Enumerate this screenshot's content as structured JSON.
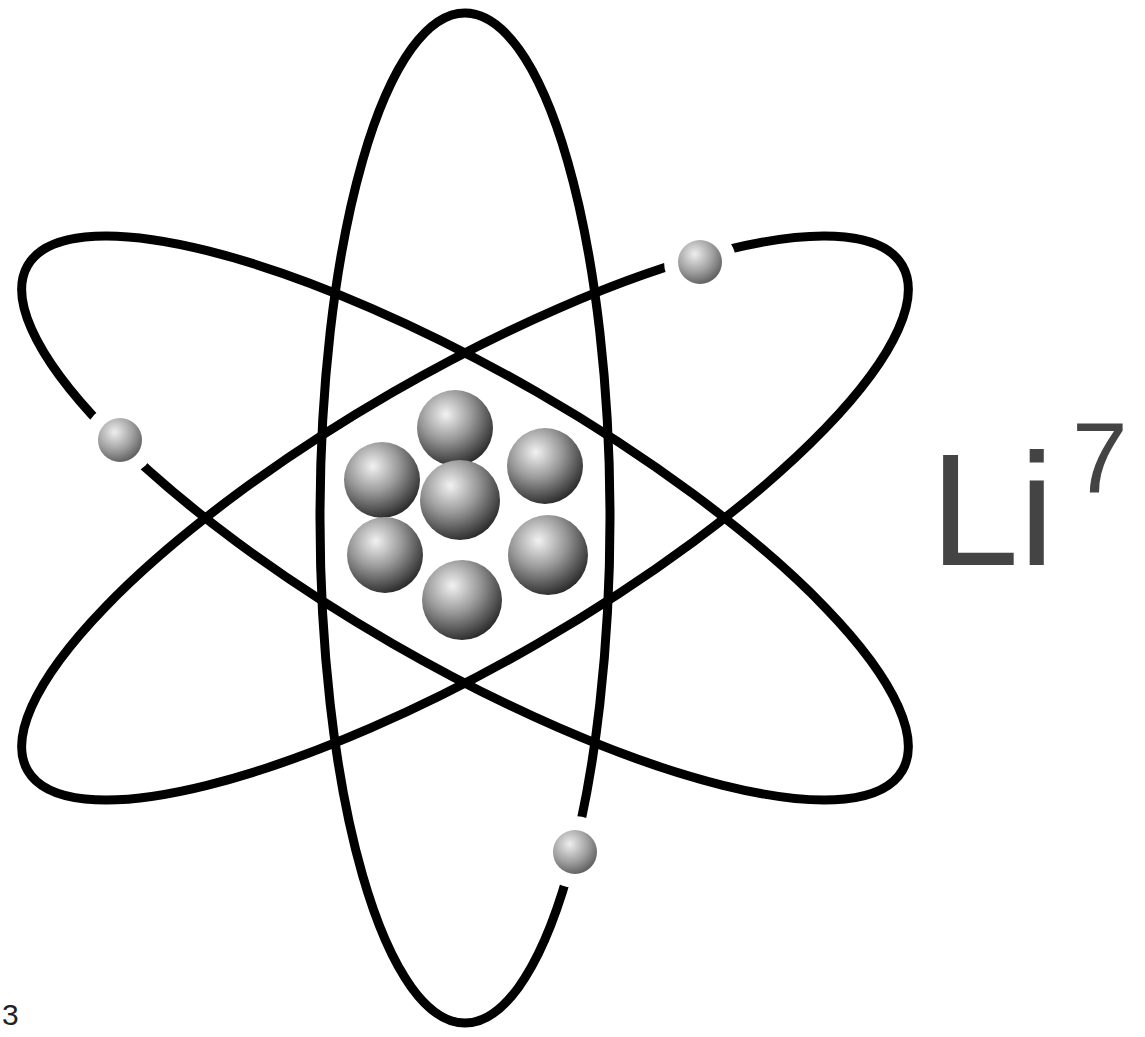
{
  "diagram": {
    "labels": [
      "Li",
      "7",
      "3"
    ]
  }
}
